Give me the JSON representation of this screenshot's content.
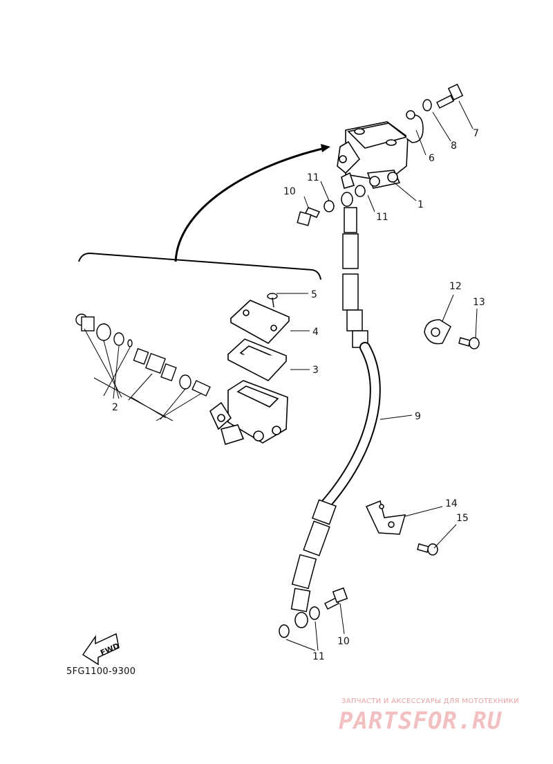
{
  "diagram": {
    "part_numbers": {
      "p1": "1",
      "p2": "2",
      "p3": "3",
      "p4": "4",
      "p5": "5",
      "p6": "6",
      "p7": "7",
      "p8": "8",
      "p9": "9",
      "p10a": "10",
      "p10b": "10",
      "p11a": "11",
      "p11b": "11",
      "p11c": "11",
      "p12": "12",
      "p13": "13",
      "p14": "14",
      "p15": "15"
    },
    "fwd_label": "FWD",
    "diagram_code": "5FG1100-9300"
  },
  "watermark": {
    "subtitle": "ЗАПЧАСТИ И АКСЕССУАРЫ ДЛЯ МОТОТЕХНИКИ",
    "logo_text": "PARTSFOR.RU",
    "color": "#f2c0c0"
  }
}
